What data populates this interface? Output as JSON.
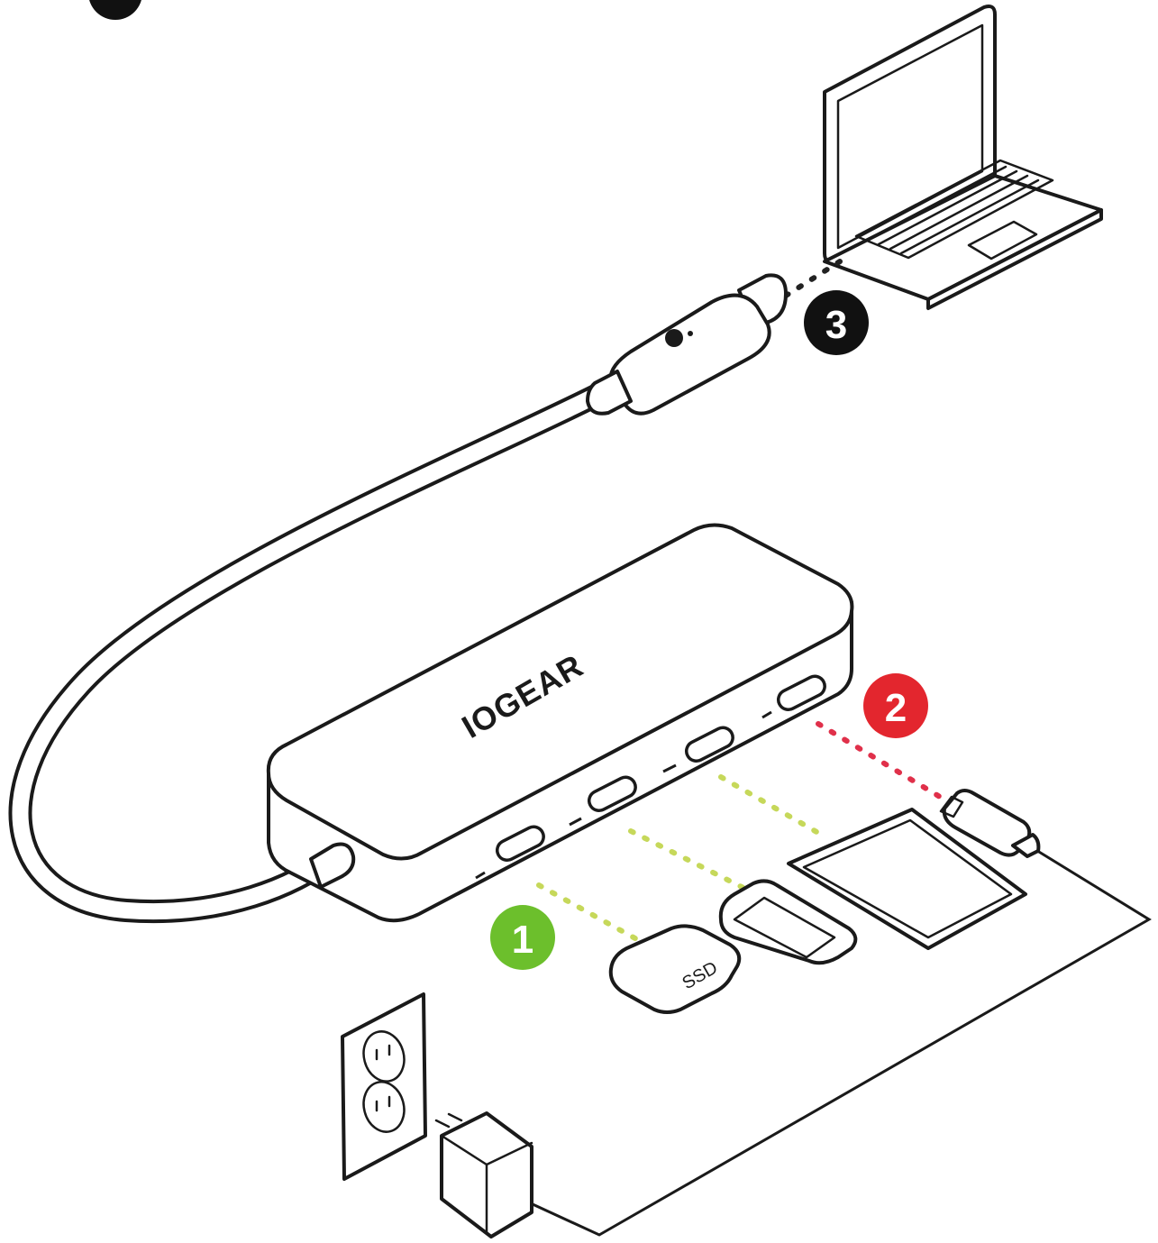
{
  "brand": "IOGEAR",
  "ssd_label": "SSD",
  "steps": [
    {
      "number": "1",
      "color": "#6cbf2c",
      "dots_color": "#c6d85a"
    },
    {
      "number": "2",
      "color": "#e3262e",
      "dots_color": "#e0304a"
    },
    {
      "number": "3",
      "color": "#111111",
      "dots_color": "#222222"
    }
  ]
}
